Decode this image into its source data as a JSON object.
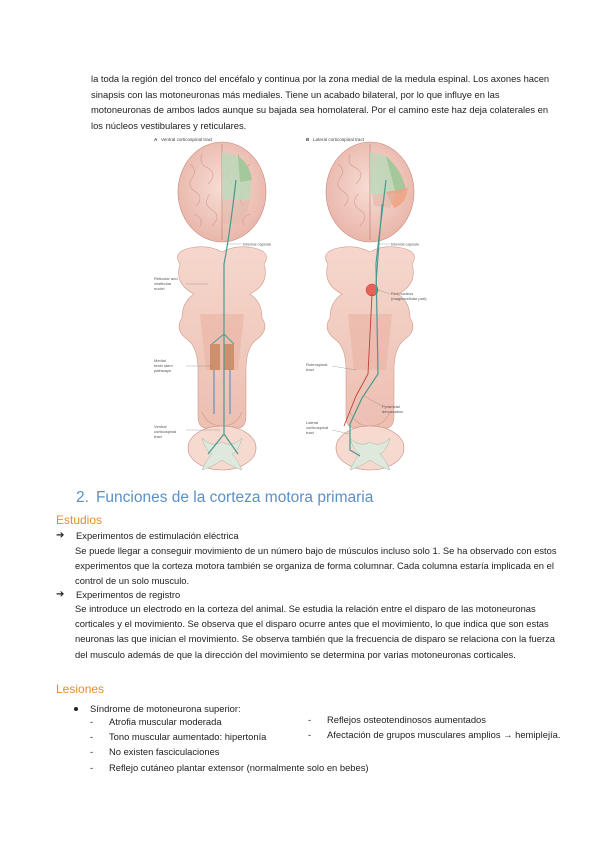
{
  "intro_paragraph": "la toda la región del tronco del encéfalo y continua por la zona medial de la medula espinal. Los axones hacen sinapsis con las motoneuronas más mediales. Tiene un acabado bilateral, por lo que influye en las motoneuronas de ambos lados aunque su bajada sea homolateral.  Por el camino este haz deja colaterales en los núcleos vestibulares y reticulares.",
  "figure": {
    "panel_a_letter": "A",
    "panel_a_title": "Ventral corticospinal tract",
    "panel_b_letter": "B",
    "panel_b_title": "Lateral corticospinal tract",
    "labels_a": {
      "internal_capsule": "Internal capsule",
      "reticular_vestibular_1": "Reticular and",
      "reticular_vestibular_2": "vestibular",
      "reticular_vestibular_3": "nuclei",
      "medial_1": "Medial",
      "medial_2": "brain stem",
      "medial_3": "pathways",
      "ventral_1": "Ventral",
      "ventral_2": "corticospinal",
      "ventral_3": "tract"
    },
    "labels_b": {
      "internal_capsule": "Internal capsule",
      "red_1": "Red nucleus",
      "red_2": "(magnocellular part)",
      "rubro_1": "Rubrospinal",
      "rubro_2": "tract",
      "pyr_1": "Pyramidal",
      "pyr_2": "decussation",
      "lateral_1": "Lateral",
      "lateral_2": "corticospinal",
      "lateral_3": "tract"
    }
  },
  "section": {
    "number": "2.",
    "title": "Funciones de la corteza motora primaria"
  },
  "estudios": {
    "heading": "Estudios",
    "arrow_glyph": "➔",
    "item1_title": "Experimentos de estimulación eléctrica",
    "item1_text": "Se puede llegar a conseguir movimiento de un número bajo de músculos incluso solo 1. Se ha observado con estos experimentos que la corteza motora también se organiza de forma columnar. Cada columna estaría implicada en el control de un solo musculo.",
    "item2_title": "Experimentos de registro",
    "item2_text": "Se introduce un electrodo en la corteza del animal. Se estudia la relación entre el disparo de las motoneuronas corticales y el movimiento. Se observa que el disparo ocurre antes que el movimiento, lo que indica que son estas neuronas las que inician el movimiento. Se observa también que la frecuencia de disparo se relaciona con la fuerza del musculo además de que la dirección del movimiento se determina por varias motoneuronas corticales."
  },
  "lesiones": {
    "heading": "Lesiones",
    "bullet": "Síndrome de motoneurona superior:",
    "dash": "-",
    "left_items": [
      "Atrofia muscular moderada",
      "Tono muscular aumentado: hipertonía",
      "No existen fasciculaciones",
      "Reflejo cutáneo plantar extensor (normalmente solo en bebes)"
    ],
    "right_items": [
      "Reflejos osteotendinosos aumentados",
      "Afectación de grupos musculares amplios → hemiplejía."
    ]
  }
}
